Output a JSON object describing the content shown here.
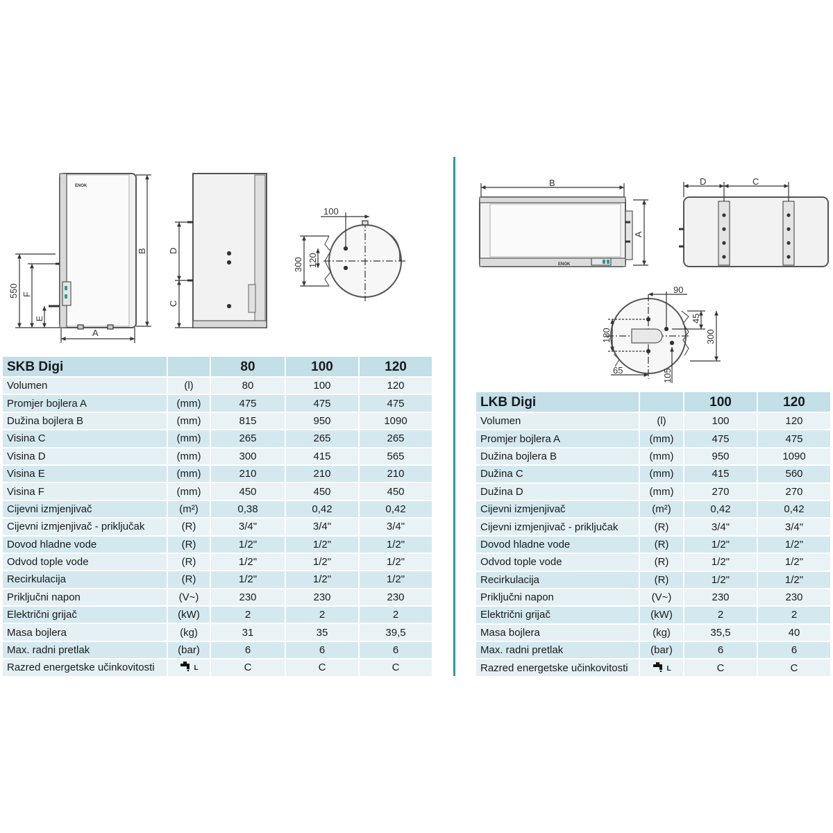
{
  "skb": {
    "model": "SKB Digi",
    "columns": [
      "80",
      "100",
      "120"
    ],
    "rows": [
      {
        "label": "Volumen",
        "unit": "(l)",
        "values": [
          "80",
          "100",
          "120"
        ]
      },
      {
        "label": "Promjer bojlera  A",
        "unit": "(mm)",
        "values": [
          "475",
          "475",
          "475"
        ]
      },
      {
        "label": "Dužina bojlera  B",
        "unit": "(mm)",
        "values": [
          "815",
          "950",
          "1090"
        ]
      },
      {
        "label": "Visina  C",
        "unit": "(mm)",
        "values": [
          "265",
          "265",
          "265"
        ]
      },
      {
        "label": "Visina  D",
        "unit": "(mm)",
        "values": [
          "300",
          "415",
          "565"
        ]
      },
      {
        "label": "Visina  E",
        "unit": "(mm)",
        "values": [
          "210",
          "210",
          "210"
        ]
      },
      {
        "label": "Visina  F",
        "unit": "(mm)",
        "values": [
          "450",
          "450",
          "450"
        ]
      },
      {
        "label": "Cijevni izmjenjivač",
        "unit": "(m²)",
        "values": [
          "0,38",
          "0,42",
          "0,42"
        ]
      },
      {
        "label": "Cijevni izmjenjivač - priključak",
        "unit": "(R)",
        "values": [
          "3/4\"",
          "3/4\"",
          "3/4\""
        ]
      },
      {
        "label": "Dovod hladne vode",
        "unit": "(R)",
        "values": [
          "1/2\"",
          "1/2\"",
          "1/2\""
        ]
      },
      {
        "label": "Odvod tople vode",
        "unit": "(R)",
        "values": [
          "1/2\"",
          "1/2\"",
          "1/2\""
        ]
      },
      {
        "label": "Recirkulacija",
        "unit": "(R)",
        "values": [
          "1/2\"",
          "1/2\"",
          "1/2\""
        ]
      },
      {
        "label": "Priključni napon",
        "unit": "(V~)",
        "values": [
          "230",
          "230",
          "230"
        ]
      },
      {
        "label": "Električni grijač",
        "unit": "(kW)",
        "values": [
          "2",
          "2",
          "2"
        ]
      },
      {
        "label": "Masa bojlera",
        "unit": "(kg)",
        "values": [
          "31",
          "35",
          "39,5"
        ]
      },
      {
        "label": "Max. radni pretlak",
        "unit": "(bar)",
        "values": [
          "6",
          "6",
          "6"
        ]
      },
      {
        "label": "Razred energetske učinkovitosti",
        "unit": "L",
        "values": [
          "C",
          "C",
          "C"
        ]
      }
    ]
  },
  "lkb": {
    "model": "LKB Digi",
    "columns": [
      "100",
      "120"
    ],
    "rows": [
      {
        "label": "Volumen",
        "unit": "(l)",
        "values": [
          "100",
          "120"
        ]
      },
      {
        "label": "Promjer bojlera  A",
        "unit": "(mm)",
        "values": [
          "475",
          "475"
        ]
      },
      {
        "label": "Dužina bojlera  B",
        "unit": "(mm)",
        "values": [
          "950",
          "1090"
        ]
      },
      {
        "label": "Dužina  C",
        "unit": "(mm)",
        "values": [
          "415",
          "560"
        ]
      },
      {
        "label": "Dužina  D",
        "unit": "(mm)",
        "values": [
          "270",
          "270"
        ]
      },
      {
        "label": "Cijevni izmjenjivač",
        "unit": "(m²)",
        "values": [
          "0,42",
          "0,42"
        ]
      },
      {
        "label": "Cijevni izmjenjivač - priključak",
        "unit": "(R)",
        "values": [
          "3/4\"",
          "3/4\""
        ]
      },
      {
        "label": "Dovod hladne vode",
        "unit": "(R)",
        "values": [
          "1/2\"",
          "1/2\""
        ]
      },
      {
        "label": "Odvod tople vode",
        "unit": "(R)",
        "values": [
          "1/2\"",
          "1/2\""
        ]
      },
      {
        "label": "Recirkulacija",
        "unit": "(R)",
        "values": [
          "1/2\"",
          "1/2\""
        ]
      },
      {
        "label": "Priključni napon",
        "unit": "(V~)",
        "values": [
          "230",
          "230"
        ]
      },
      {
        "label": "Električni grijač",
        "unit": "(kW)",
        "values": [
          "2",
          "2"
        ]
      },
      {
        "label": "Masa bojlera",
        "unit": "(kg)",
        "values": [
          "35,5",
          "40"
        ]
      },
      {
        "label": "Max. radni pretlak",
        "unit": "(bar)",
        "values": [
          "6",
          "6"
        ]
      },
      {
        "label": "Razred energetske učinkovitosti",
        "unit": "L",
        "values": [
          "C",
          "C"
        ]
      }
    ]
  },
  "diagrams": {
    "skb_front": {
      "dim_a": "A",
      "dim_b": "B",
      "dim_f": "F",
      "dim_e": "E",
      "dim_550": "550"
    },
    "skb_side": {
      "dim_c": "C",
      "dim_d": "D"
    },
    "skb_top": {
      "dim_100": "100",
      "dim_300": "300",
      "dim_120": "120"
    },
    "lkb_front": {
      "dim_a": "A",
      "dim_b": "B"
    },
    "lkb_top": {
      "dim_c": "C",
      "dim_d": "D"
    },
    "lkb_end": {
      "dim_90": "90",
      "dim_45": "45",
      "dim_300": "300",
      "dim_180": "180",
      "dim_65": "65",
      "dim_105": "105"
    }
  },
  "colors": {
    "accent": "#2f9b96",
    "row_tint": "#d4e8ef",
    "line": "#333333"
  },
  "icons": {
    "energy_class": "faucet-icon"
  }
}
